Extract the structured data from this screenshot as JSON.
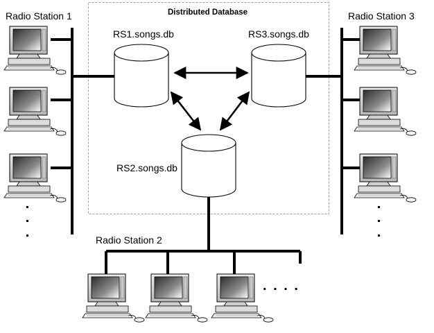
{
  "diagram": {
    "region_title": "Distributed Database",
    "stations": [
      {
        "id": "rs1",
        "label": "Radio Station 1",
        "db_label": "RS1.songs.db"
      },
      {
        "id": "rs2",
        "label": "Radio Station 2",
        "db_label": "RS2.songs.db"
      },
      {
        "id": "rs3",
        "label": "Radio Station 3",
        "db_label": "RS3.songs.db"
      }
    ],
    "continuation_marker": ". . . .",
    "colors": {
      "line": "#000000",
      "region_border": "#9e9e9e",
      "monitor_dark": "#3a3a3a",
      "monitor_light": "#ffffff",
      "case": "#d4d4d4",
      "keyboard": "#eeeeee"
    },
    "icons": {
      "database": "cylinder-icon",
      "workstation": "desktop-computer-icon",
      "link": "bidirectional-arrow-icon"
    }
  }
}
